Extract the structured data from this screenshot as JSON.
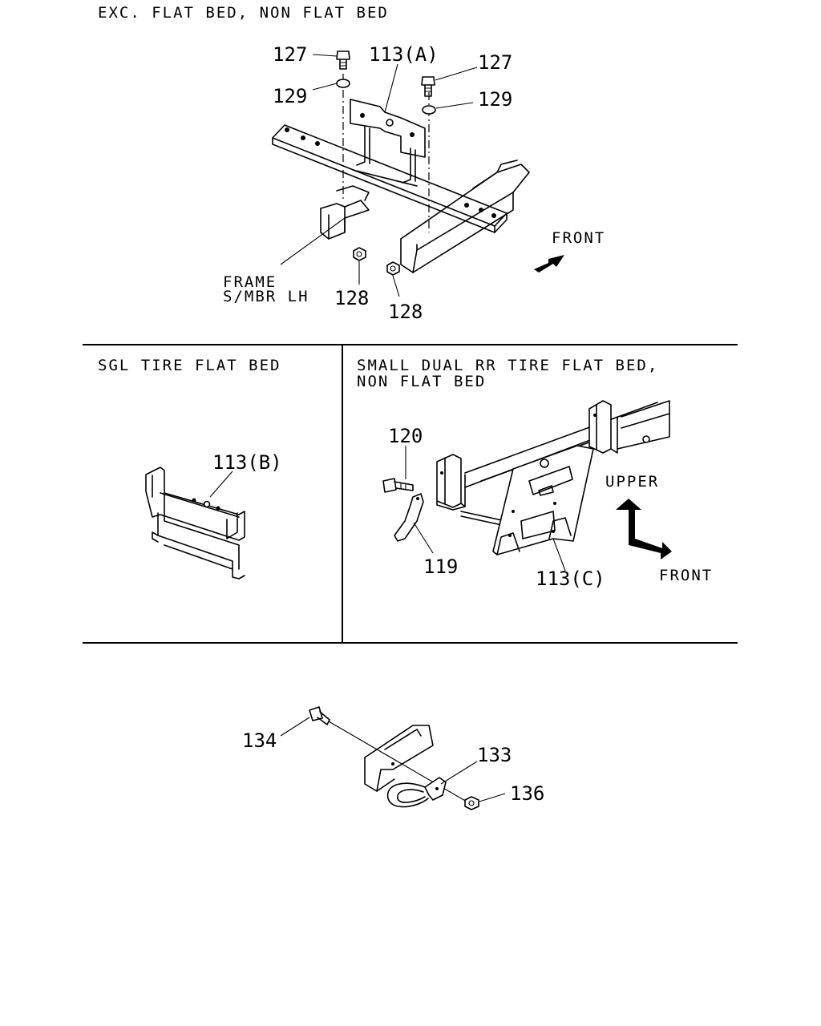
{
  "headings": {
    "top": "EXC. FLAT BED, NON FLAT BED",
    "left": "SGL TIRE FLAT BED",
    "right_line1": "SMALL DUAL RR TIRE FLAT BED,",
    "right_line2": "NON FLAT BED"
  },
  "callouts": {
    "c127_left": "127",
    "c127_right": "127",
    "c113a": "113(A)",
    "c129_left": "129",
    "c129_right": "129",
    "c128_left": "128",
    "c128_right": "128",
    "c113b": "113(B)",
    "c120": "120",
    "c119": "119",
    "c113c": "113(C)",
    "c134": "134",
    "c133": "133",
    "c136": "136"
  },
  "notes": {
    "frame_line1": "FRAME",
    "frame_line2": "S/MBR LH",
    "front_top": "FRONT",
    "upper": "UPPER",
    "front_right": "FRONT"
  },
  "icons": [
    "front-arrow-icon",
    "upper-front-arrow-icon"
  ]
}
